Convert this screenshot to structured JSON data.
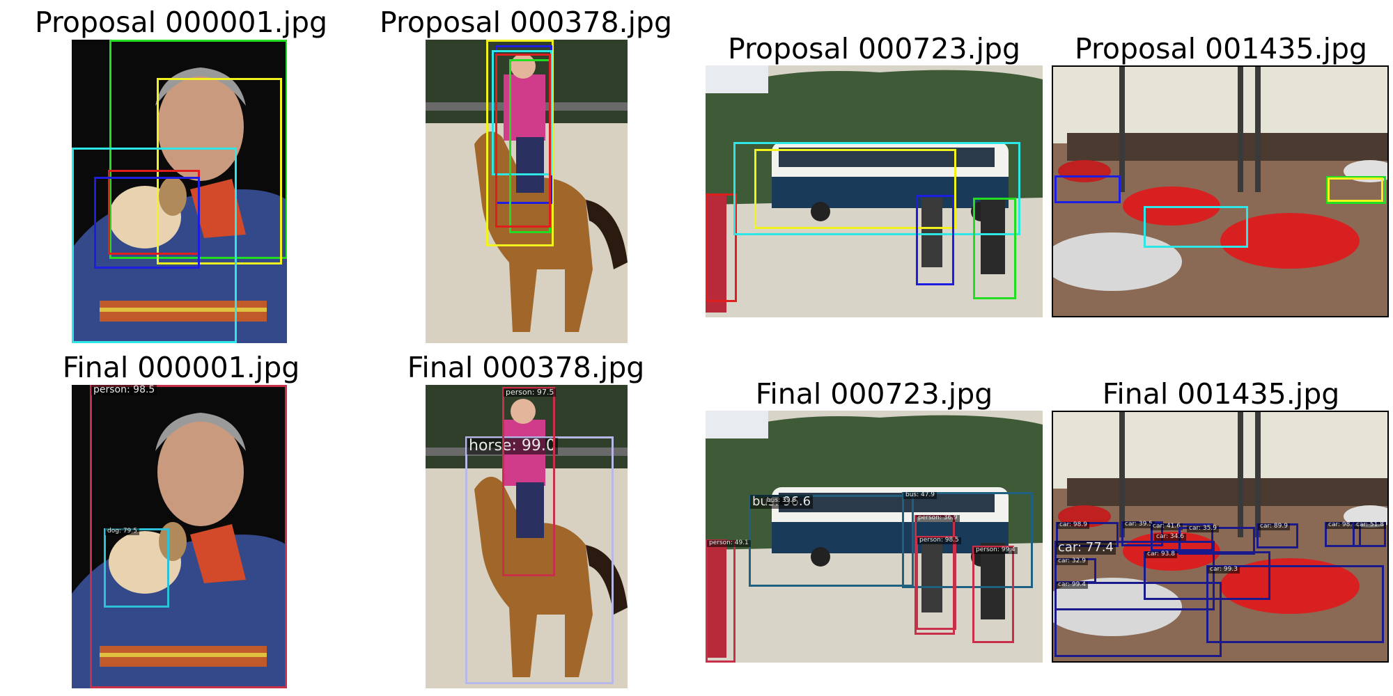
{
  "colors": {
    "green": "#22dd22",
    "yellow": "#f2f21e",
    "cyan": "#2ee6e6",
    "red": "#e01e1e",
    "blue": "#1e1ee0",
    "crimson": "#c8304a",
    "teal": "#1f5f7f",
    "lavender": "#b8b8e8",
    "navy": "#1a1a8c"
  },
  "panels": {
    "p1": {
      "title": "Proposal 000001.jpg"
    },
    "p2": {
      "title": "Proposal 000378.jpg"
    },
    "p3": {
      "title": "Proposal 000723.jpg"
    },
    "p4": {
      "title": "Proposal 001435.jpg"
    },
    "f1": {
      "title": "Final 000001.jpg",
      "labels": {
        "person": "person: 98.5",
        "dog": "dog: 79.5"
      }
    },
    "f2": {
      "title": "Final 000378.jpg",
      "labels": {
        "person": "person: 97.5",
        "horse": "horse: 99.0"
      }
    },
    "f3": {
      "title": "Final 000723.jpg",
      "labels": {
        "bus_big": "bus: 96.6",
        "bus_small": "bus: 39.8",
        "bus_right": "bus: 47.9",
        "person_left": "person: 49.1",
        "person_mid1": "person: 36.9",
        "person_mid2": "person: 98.5",
        "person_right": "person: 99.4"
      }
    },
    "f4": {
      "title": "Final 001435.jpg",
      "labels": {
        "car_a": "car: 98.9",
        "car_b": "car: 39.5",
        "car_c": "car: 41.6",
        "car_d": "car: 35.9",
        "car_e": "car: 89.9",
        "car_f": "car: 98.2",
        "car_g": "car: 51.8",
        "car_h": "car: 34.6",
        "car_big": "car: 77.4",
        "car_i": "car: 32.9",
        "car_j": "car: 93.8",
        "car_k": "car: 99.3",
        "car_l": "car: 99.4"
      }
    }
  }
}
